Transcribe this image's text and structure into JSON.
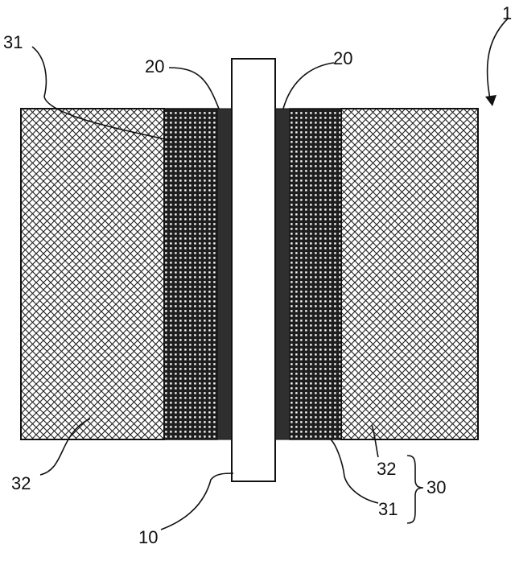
{
  "labels": {
    "fig_ref": "1",
    "electrode": "10",
    "inner_left": "20",
    "inner_right": "20",
    "layer31_top": "31",
    "layer32_left": "32",
    "layer32_right": "32",
    "layer31_right": "31",
    "group": "30"
  },
  "colors": {
    "background": "#ffffff",
    "line": "#111111",
    "dense_layer": "#262626",
    "inner_layer": "#3a3a3a",
    "rod": "#ffffff"
  }
}
